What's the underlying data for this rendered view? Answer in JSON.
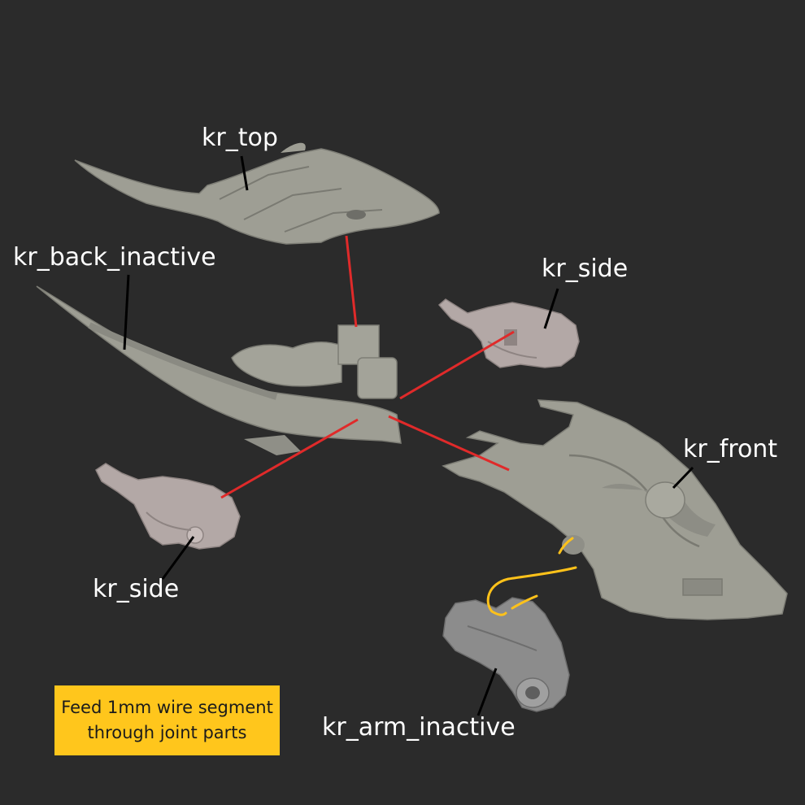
{
  "labels": {
    "top": "kr_top",
    "back": "kr_back_inactive",
    "side_right": "kr_side",
    "front": "kr_front",
    "side_left": "kr_side",
    "arm": "kr_arm_inactive"
  },
  "note": {
    "line1": "Feed 1mm wire segment",
    "line2": "through joint parts"
  },
  "colors": {
    "background": "#2b2b2b",
    "part_fill": "#9e9e94",
    "side_part_fill": "#b3a8a6",
    "arm_part_fill": "#8c8c8c",
    "joint_line": "#e02a2a",
    "wire": "#ffc21a",
    "note_bg": "#ffc61c",
    "label_text": "#ffffff"
  }
}
